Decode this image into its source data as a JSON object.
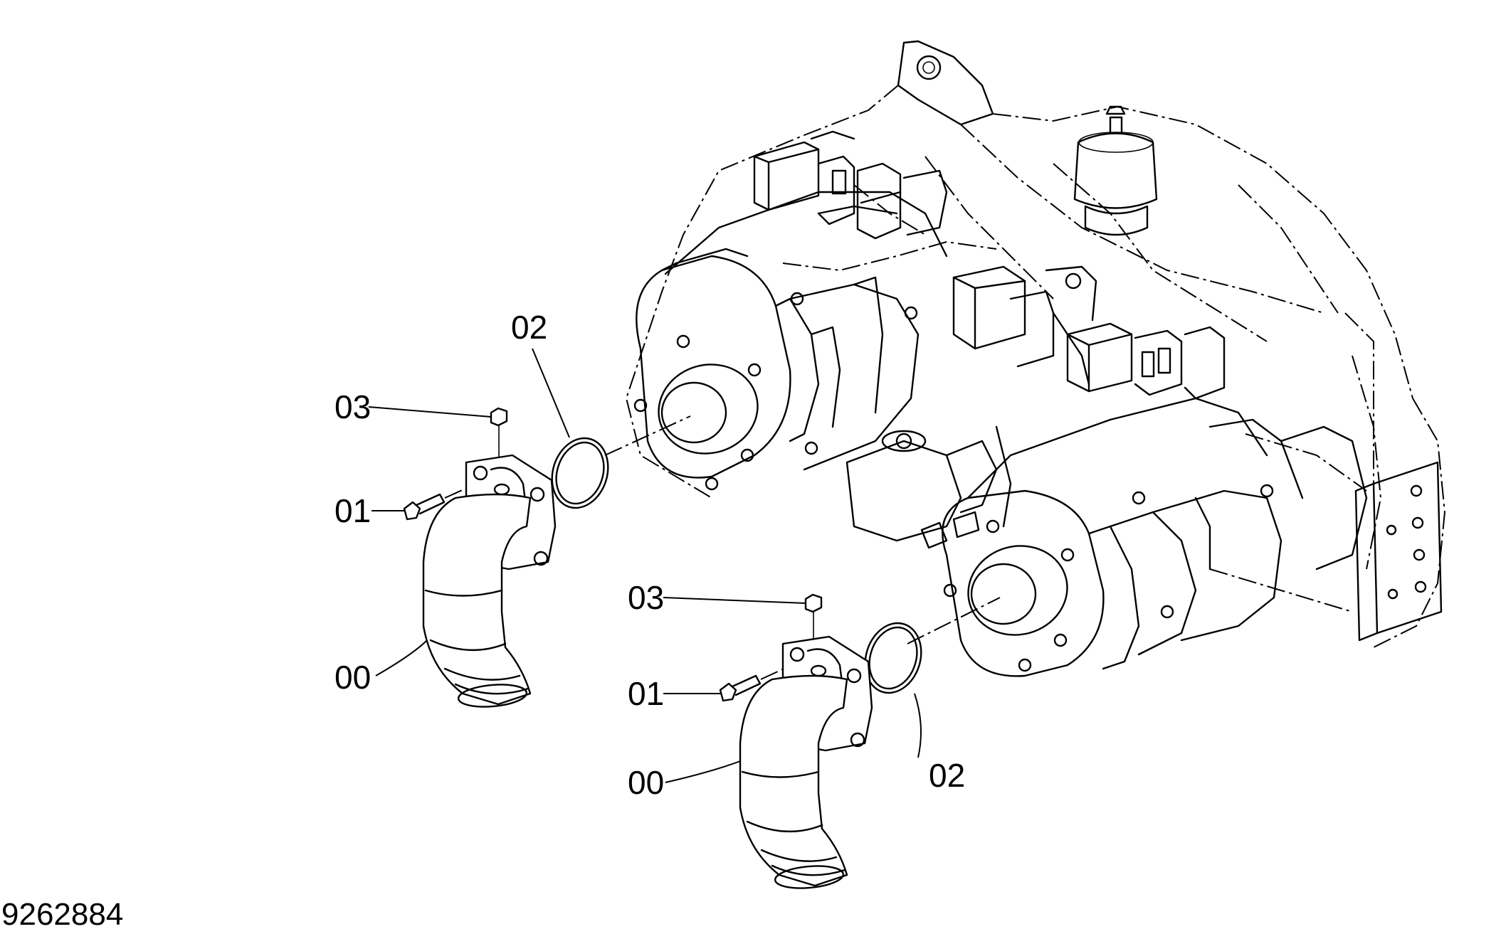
{
  "figure": {
    "document_number": "9262884"
  },
  "callouts": [
    {
      "id": "upper-hose",
      "label": "00"
    },
    {
      "id": "upper-bolt",
      "label": "01"
    },
    {
      "id": "upper-oring",
      "label": "02"
    },
    {
      "id": "upper-plug",
      "label": "03"
    },
    {
      "id": "lower-hose",
      "label": "00"
    },
    {
      "id": "lower-bolt",
      "label": "01"
    },
    {
      "id": "lower-oring",
      "label": "02"
    },
    {
      "id": "lower-plug",
      "label": "03"
    }
  ],
  "colors": {
    "line": "#000000",
    "background": "#ffffff"
  }
}
